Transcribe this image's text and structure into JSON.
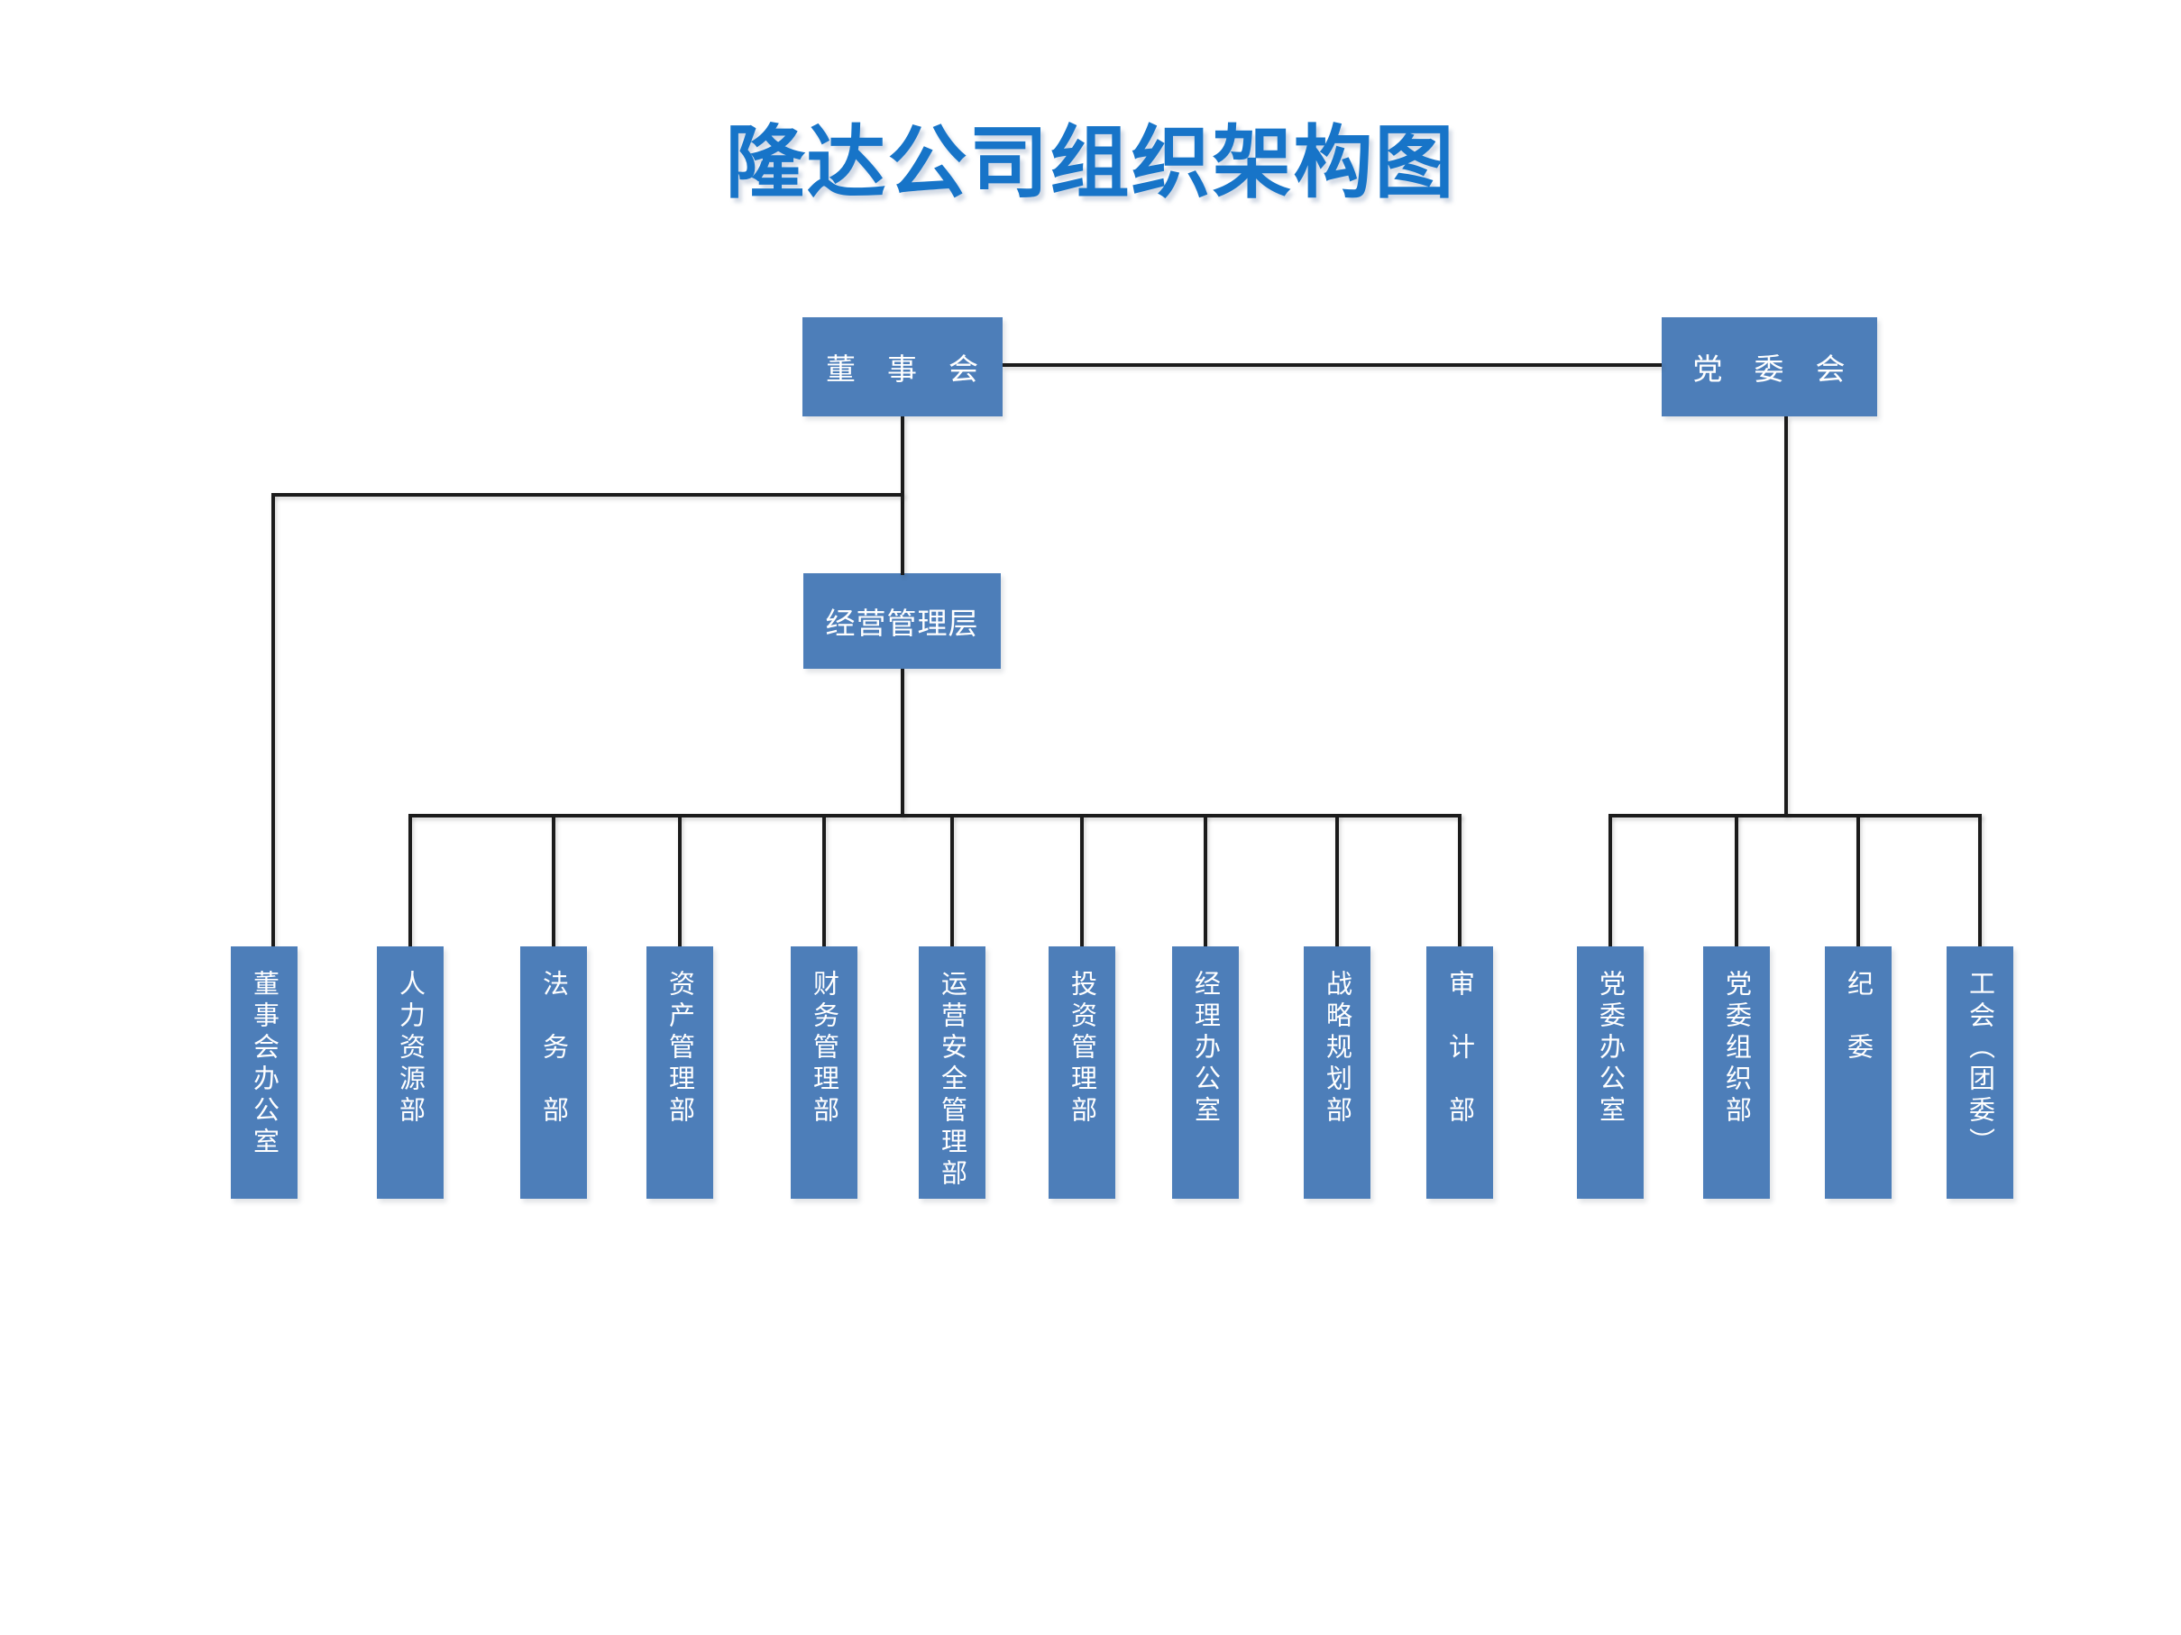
{
  "page": {
    "title": "隆达公司组织架构图"
  },
  "colors": {
    "page_bg": "#ffffff",
    "node_fill": "#4d7eb9",
    "node_text": "#ffffff",
    "title_text": "#1774c8",
    "connector": "#1b1b1b"
  },
  "org": {
    "board": {
      "label": "董　事　会"
    },
    "party_committee": {
      "label": "党　委　会"
    },
    "management_layer": {
      "label": "经营管理层"
    },
    "departments": [
      {
        "label": "董事会办公室",
        "reports_to": "董事会"
      },
      {
        "label": "人力资源部",
        "reports_to": "经营管理层"
      },
      {
        "label": "法　务　部",
        "reports_to": "经营管理层"
      },
      {
        "label": "资产管理部",
        "reports_to": "经营管理层"
      },
      {
        "label": "财务管理部",
        "reports_to": "经营管理层"
      },
      {
        "label": "运营安全管理部",
        "reports_to": "经营管理层"
      },
      {
        "label": "投资管理部",
        "reports_to": "经营管理层"
      },
      {
        "label": "经理办公室",
        "reports_to": "经营管理层"
      },
      {
        "label": "战略规划部",
        "reports_to": "经营管理层"
      },
      {
        "label": "审　计　部",
        "reports_to": "经营管理层"
      },
      {
        "label": "党委办公室",
        "reports_to": "党委会"
      },
      {
        "label": "党委组织部",
        "reports_to": "党委会"
      },
      {
        "label": "纪　委",
        "reports_to": "党委会"
      },
      {
        "label": "工会（团委）",
        "reports_to": "党委会"
      }
    ]
  }
}
